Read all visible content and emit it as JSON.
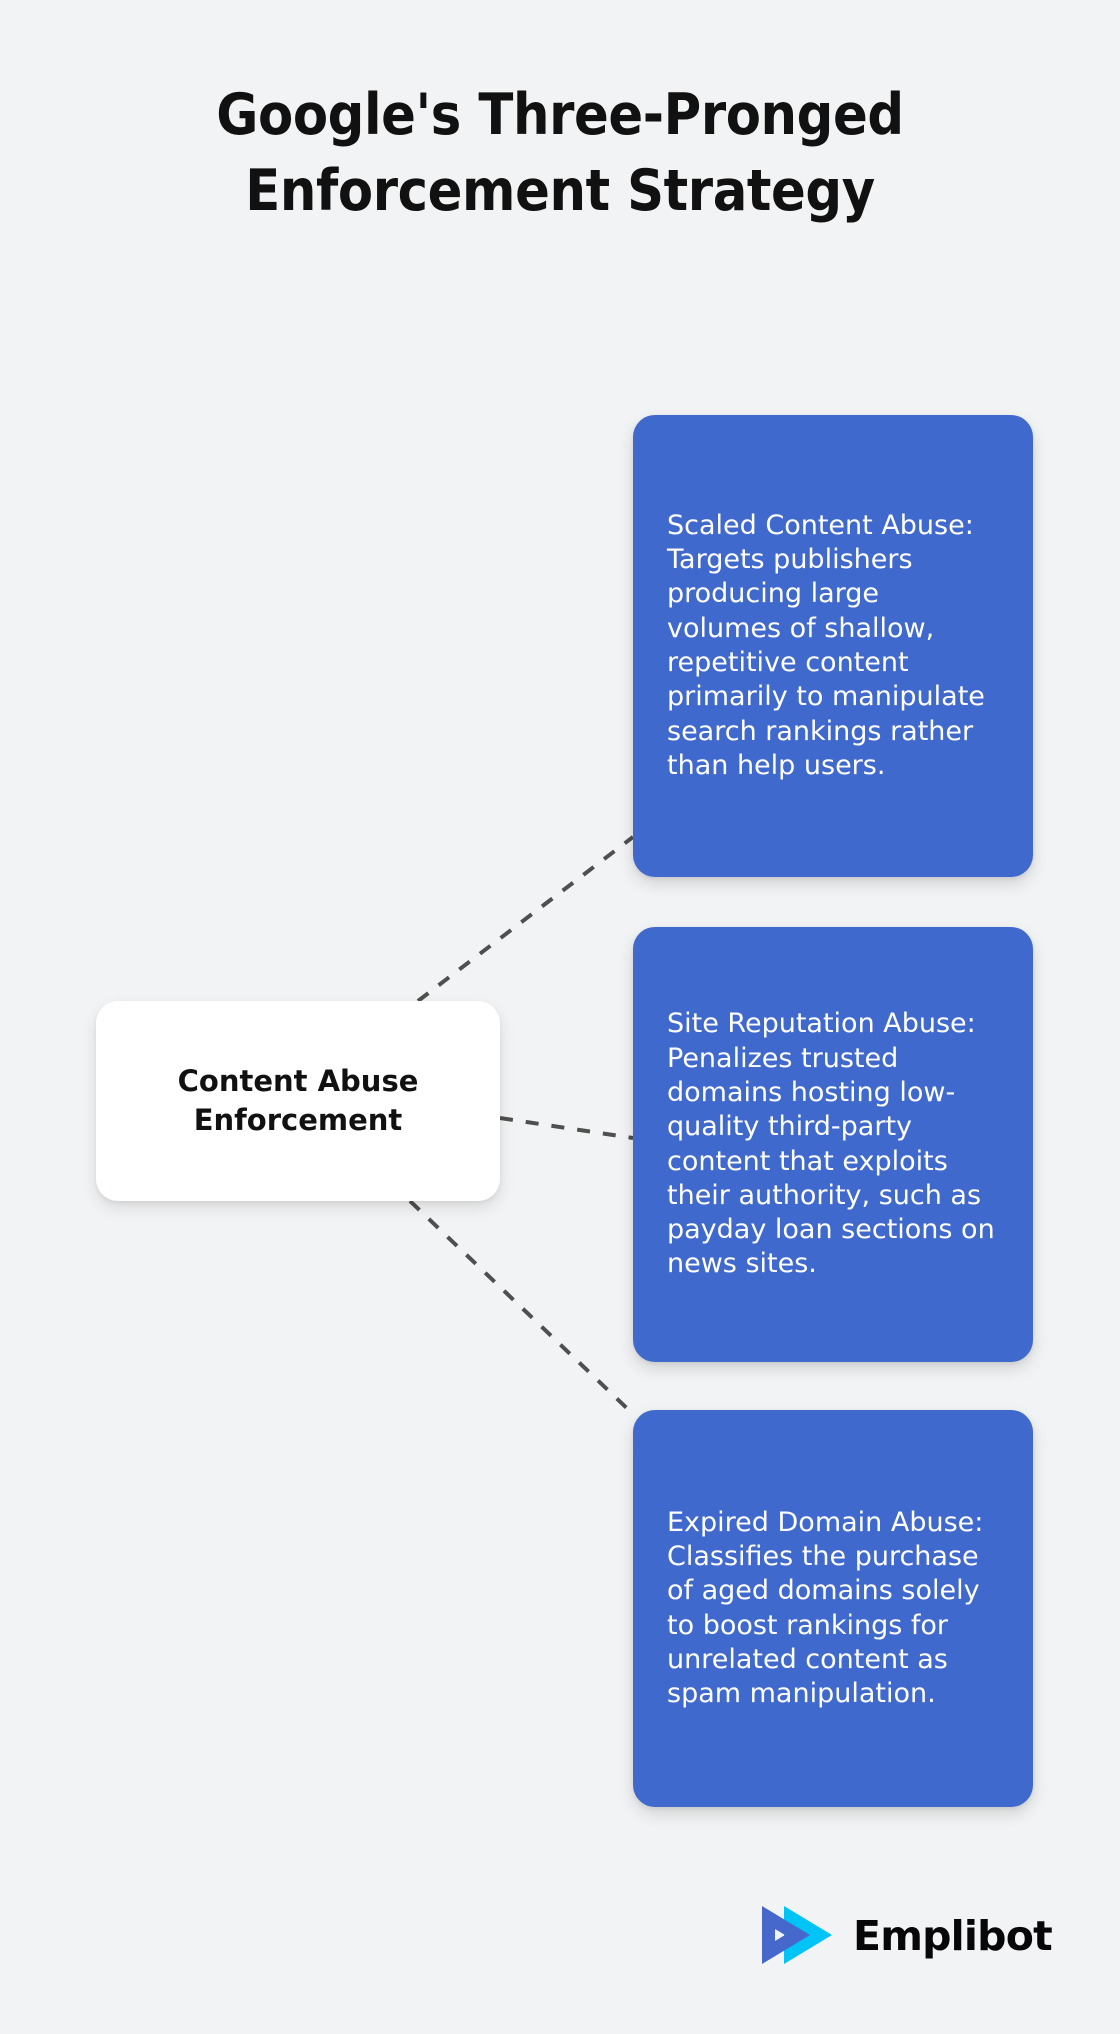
{
  "page": {
    "background_color": "#f2f3f4",
    "title": "Google's Three-Pronged\nEnforcement Strategy"
  },
  "diagram": {
    "type": "mind-map",
    "accent_color": "#4069cd",
    "hub_color": "#ffffff",
    "connector_color": "#4f4f4f",
    "connector_style": "dashed",
    "hub": {
      "label": "Content Abuse\nEnforcement"
    },
    "branches": [
      {
        "id": "scaled-content-abuse",
        "text": "Scaled Content Abuse: Targets publishers producing large volumes of shallow, repetitive content primarily to manipulate search rankings rather than help users."
      },
      {
        "id": "site-reputation-abuse",
        "text": "Site Reputation Abuse: Penalizes trusted domains hosting low-quality third-party content that exploits their authority, such as payday loan sections on news sites."
      },
      {
        "id": "expired-domain-abuse",
        "text": "Expired Domain Abuse: Classifies the purchase of aged domains solely to boost rankings for unrelated content as spam manipulation."
      }
    ]
  },
  "footer": {
    "brand": "Emplibot",
    "logo_icon": "double-play-triangle-icon",
    "logo_colors": {
      "cyan": "#00c4f5",
      "blue": "#4668cc",
      "overlap": "#3b5fc0"
    }
  }
}
